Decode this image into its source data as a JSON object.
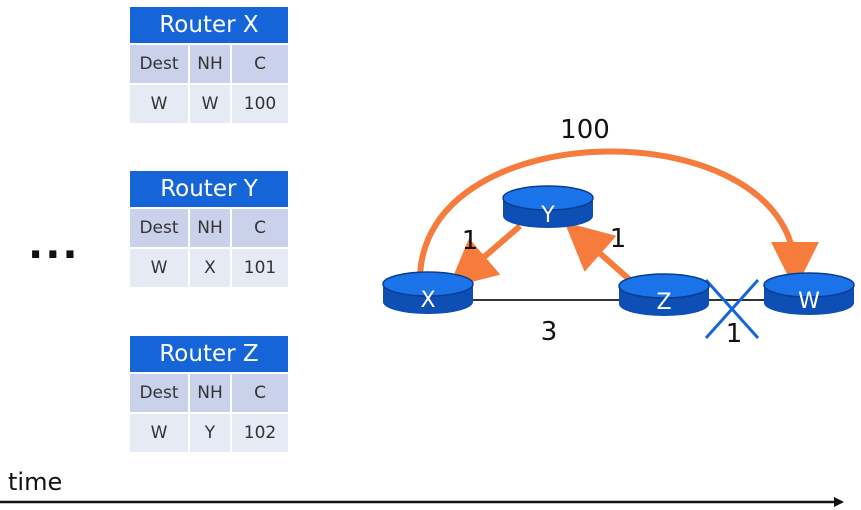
{
  "tables": [
    {
      "title": "Router X",
      "headers": [
        "Dest",
        "NH",
        "C"
      ],
      "row": [
        "W",
        "W",
        "100"
      ]
    },
    {
      "title": "Router Y",
      "headers": [
        "Dest",
        "NH",
        "C"
      ],
      "row": [
        "W",
        "X",
        "101"
      ]
    },
    {
      "title": "Router Z",
      "headers": [
        "Dest",
        "NH",
        "C"
      ],
      "row": [
        "W",
        "Y",
        "102"
      ]
    }
  ],
  "ellipsis": "...",
  "time_label": "time",
  "graph": {
    "nodes": {
      "x": "X",
      "y": "Y",
      "z": "Z",
      "w": "W"
    },
    "edge_labels": {
      "xw": "100",
      "yx": "1",
      "zy": "1",
      "xz": "3",
      "zw": "1"
    },
    "colors": {
      "router": "#1565d8",
      "arrow": "#f57c3d",
      "broken_link": "#1565d8"
    }
  }
}
